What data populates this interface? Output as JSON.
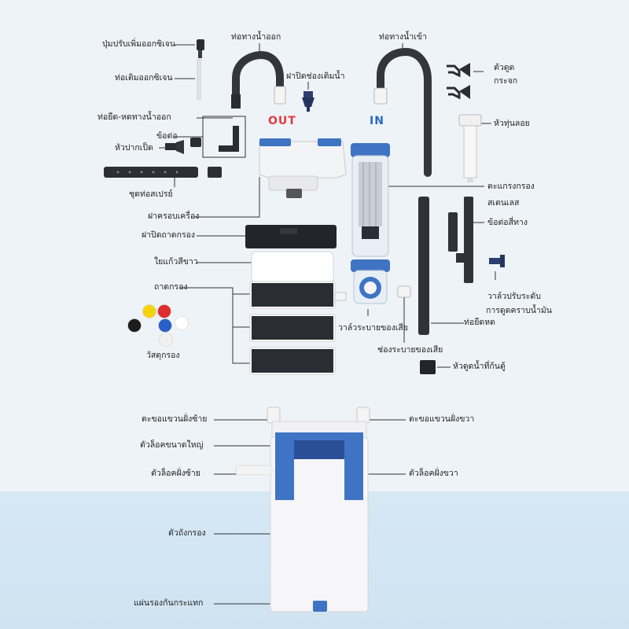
{
  "labels": {
    "oxygen_knob": "ปุ่มปรับเพิ่มออกซิเจน",
    "oxygen_tube": "ท่อเติมออกซิเจน",
    "outlet_pipe": "ท่อทางน้ำออก",
    "fill_cap": "ฝาปิดช่องเติมน้ำ",
    "inlet_pipe": "ท่อทางน้ำเข้า",
    "suction_cup_1": "ตัวดูด",
    "suction_cup_2": "กระจก",
    "telescopic_outlet": "ท่อยืด-หดทางน้ำออก",
    "connector": "ข้อต่อ",
    "duckbill_nozzle": "หัวปากเป็ด",
    "float_head": "หัวทุ่นลอย",
    "spray_bar": "ชุดท่อสเปรย์",
    "strainer_1": "ตะแกรงกรอง",
    "strainer_2": "สเตนเลส",
    "cover": "ฝาครอบเครื่อง",
    "four_way": "ข้อต่อสี่ทาง",
    "tray_lid": "ฝาปิดถาดกรอง",
    "white_wool": "ใยแก้วสีขาว",
    "trays": "ถาดกรอง",
    "valve_1": "วาล์วปรับระดับ",
    "valve_2": "การดูดคราบน้ำมัน",
    "media": "วัสดุกรอง",
    "drain_valve": "วาล์วระบายของเสีย",
    "drain_port": "ช่องระบายของเสีย",
    "telescopic_pipe": "ท่อยืดหด",
    "bottom_suction": "หัวดูดน้ำที่ก้นตู้",
    "left_hook": "ตะขอแขวนฝั่งซ้าย",
    "right_hook": "ตะขอแขวนฝั่งขวา",
    "big_lock": "ตัวล็อคขนาดใหญ่",
    "left_lock": "ตัวล็อคฝั่งซ้าย",
    "right_lock": "ตัวล็อคฝั่งขวา",
    "tank": "ตัวถังกรอง",
    "pad": "แผ่นรองกันกระแทก",
    "out": "OUT",
    "in": "IN"
  },
  "colors": {
    "out": "#e23b3b",
    "in": "#2a66c8",
    "blue_part": "#3f74c4",
    "dark_part": "#2a2d33",
    "leader": "#333333"
  },
  "media_balls": [
    "#f5d20a",
    "#e02c2c",
    "#1d1d1d",
    "#2a5fc9",
    "#ffffff",
    "#f0f0f0"
  ]
}
